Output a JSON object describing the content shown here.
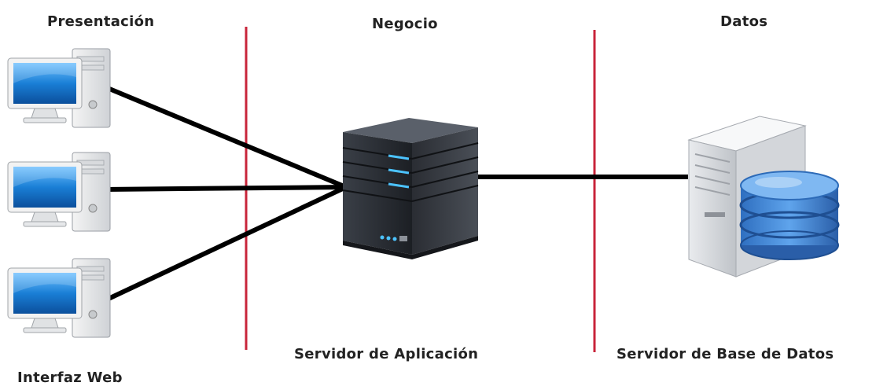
{
  "tiers": {
    "presentation": "Presentación",
    "business": "Negocio",
    "data": "Datos"
  },
  "captions": {
    "app_server": "Servidor de Aplicación",
    "db_server": "Servidor de Base de Datos",
    "web_interface": "Interfaz Web"
  },
  "colors": {
    "divider": "#c8243a",
    "connector": "#000000",
    "screen": "#1a7fd6",
    "server_body": "#2b2f36",
    "led": "#4cc3ff",
    "db_disk": "#3a7fd0"
  },
  "icons": [
    "desktop-computer-icon",
    "desktop-computer-icon",
    "desktop-computer-icon",
    "application-server-icon",
    "database-server-icon"
  ]
}
